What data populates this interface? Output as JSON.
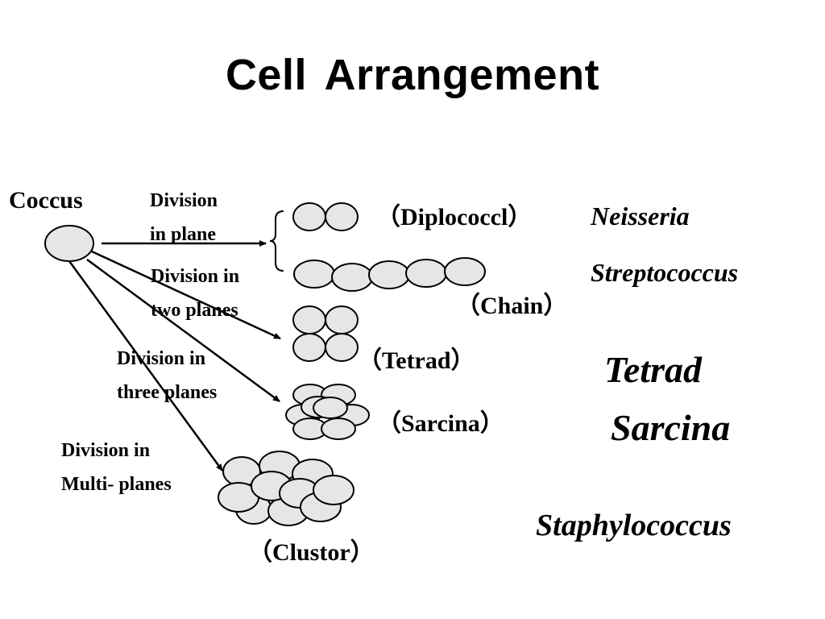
{
  "slide": {
    "title": "Cell  Arrangement"
  },
  "labels": {
    "coccus": "Coccus",
    "division_one_line1": "Division",
    "division_one_line2": "in plane",
    "division_two_line1": "Division in",
    "division_two_line2": "two planes",
    "division_three_line1": "Division in",
    "division_three_line2": "three planes",
    "division_multi_line1": "Division in",
    "division_multi_line2": "Multi- planes"
  },
  "arrangements": {
    "diplococci": "（Diplococcl）",
    "chain": "（Chain）",
    "tetrad": "（Tetrad）",
    "sarcina": "（Sarcina）",
    "clustor": "（Clustor）"
  },
  "examples": {
    "neisseria": "Neisseria",
    "streptococcus": "Streptococcus",
    "tetrad": "Tetrad",
    "sarcina": "Sarcina",
    "staphylococcus": "Staphylococcus"
  },
  "colors": {
    "cell_fill": "#e6e6e6",
    "stroke": "#000000"
  }
}
